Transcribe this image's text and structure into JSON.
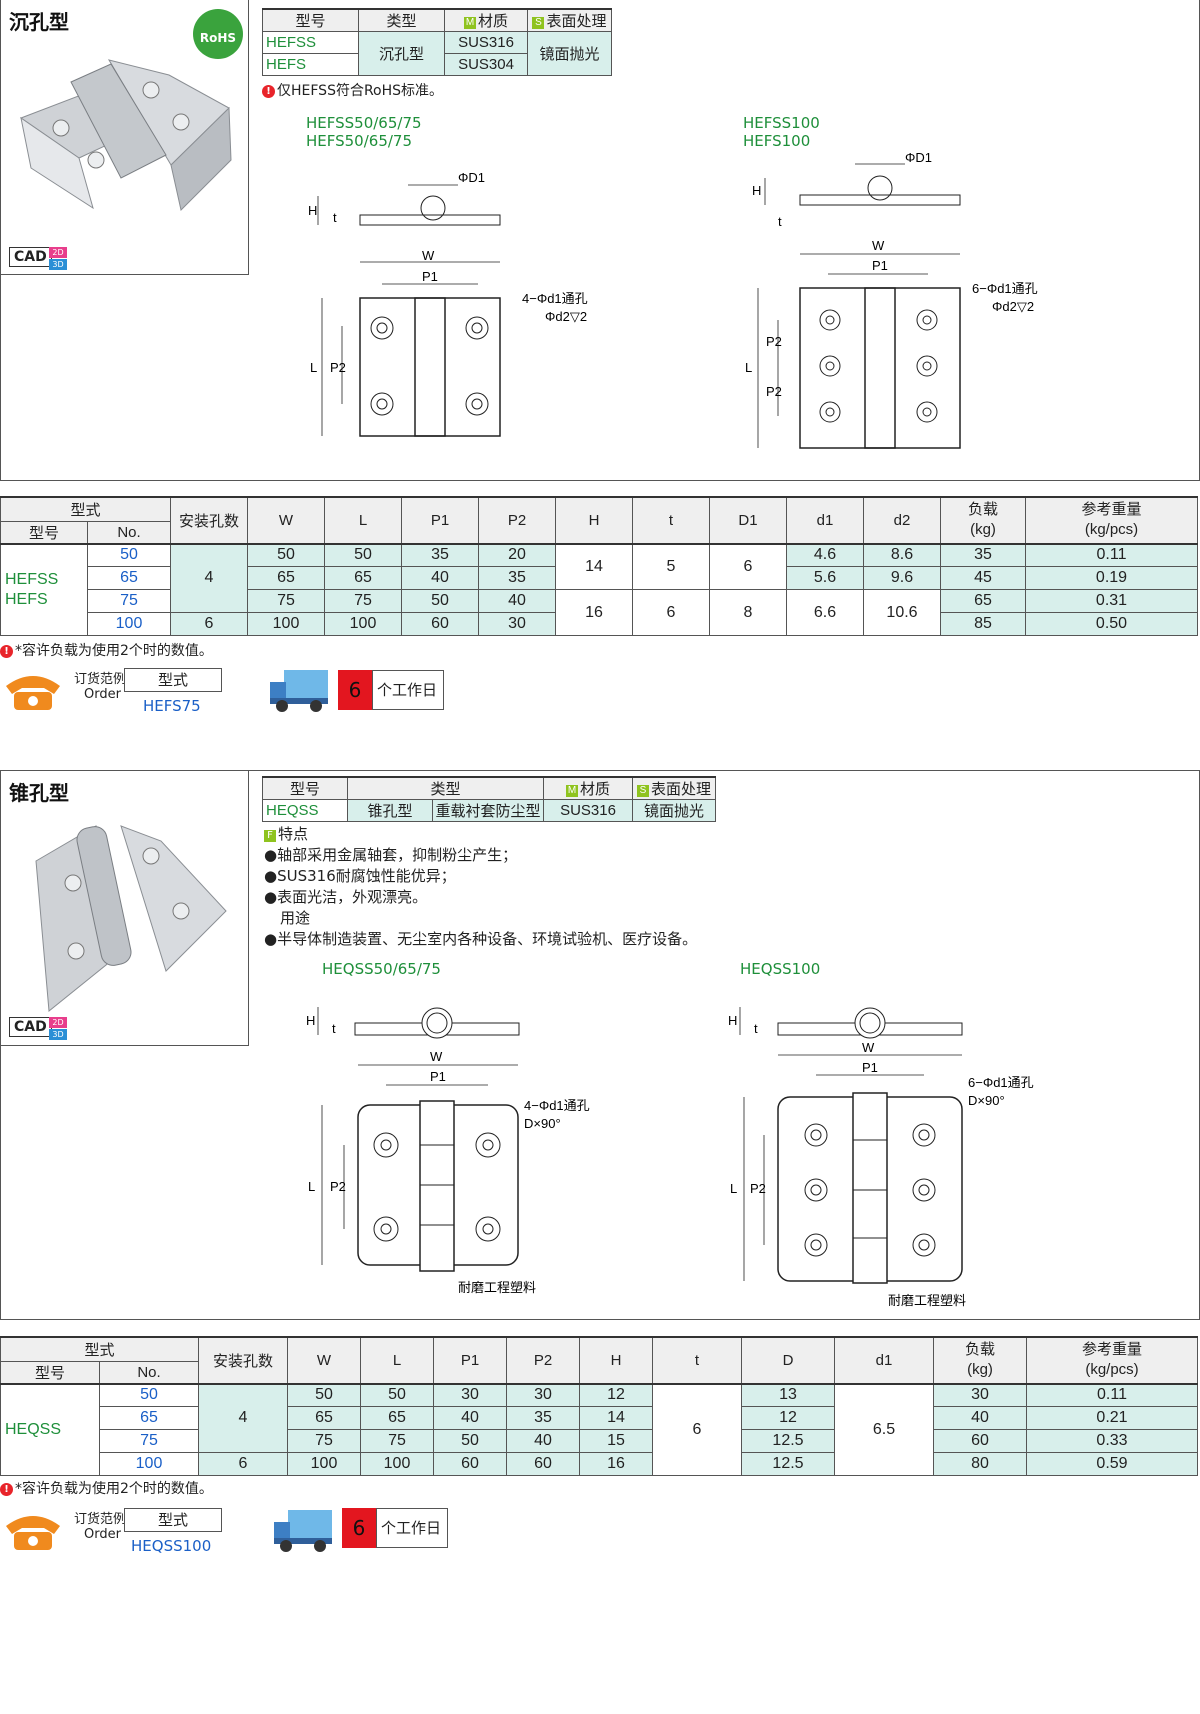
{
  "s1": {
    "title": "沉孔型",
    "rohs": "RoHS",
    "cad": "CAD",
    "cad2d": "2D",
    "cad3d": "3D",
    "spec_headers": {
      "model": "型号",
      "type": "类型",
      "material": "材质",
      "surface": "表面处理",
      "mat_tag": "M",
      "surf_tag": "S"
    },
    "spec_rows": [
      {
        "model": "HEFSS",
        "material": "SUS316"
      },
      {
        "model": "HEFS",
        "material": "SUS304"
      }
    ],
    "spec_type": "沉孔型",
    "spec_surface": "镜面抛光",
    "rohs_note": "仅HEFSS符合RoHS标准。",
    "dwg_a_title1": "HEFSS50/65/75",
    "dwg_a_title2": "HEFS50/65/75",
    "dwg_b_title1": "HEFSS100",
    "dwg_b_title2": "HEFS100",
    "dwg_labels": {
      "phiD1": "ΦD1",
      "H": "H",
      "t": "t",
      "W": "W",
      "P1": "P1",
      "P2": "P2",
      "L": "L",
      "holes_a": "4−Φd1通孔",
      "cbore_a": "Φd2▽2",
      "holes_b": "6−Φd1通孔",
      "cbore_b": "Φd2▽2"
    },
    "table": {
      "h_form": "型式",
      "h_model": "型号",
      "h_no": "No.",
      "h_holes": "安装孔数",
      "h_cols": [
        "W",
        "L",
        "P1",
        "P2",
        "H",
        "t",
        "D1",
        "d1",
        "d2"
      ],
      "h_load": "负载\n(kg)",
      "h_load1": "负载",
      "h_load2": "(kg)",
      "h_wt1": "参考重量",
      "h_wt2": "(kg/pcs)",
      "models": "HEFSS\nHEFS",
      "model1": "HEFSS",
      "model2": "HEFS",
      "nos": [
        "50",
        "65",
        "75",
        "100"
      ],
      "holes": [
        "4",
        "6"
      ],
      "W": [
        "50",
        "65",
        "75",
        "100"
      ],
      "L": [
        "50",
        "65",
        "75",
        "100"
      ],
      "P1": [
        "35",
        "40",
        "50",
        "60"
      ],
      "P2": [
        "20",
        "35",
        "40",
        "30"
      ],
      "H": [
        "14",
        "16"
      ],
      "t": [
        "5",
        "6"
      ],
      "D1": [
        "6",
        "8"
      ],
      "d1": [
        "4.6",
        "5.6",
        "6.6"
      ],
      "d2": [
        "8.6",
        "9.6",
        "10.6"
      ],
      "load": [
        "35",
        "45",
        "65",
        "85"
      ],
      "weight": [
        "0.11",
        "0.19",
        "0.31",
        "0.50"
      ]
    },
    "load_note": "*容许负载为使用2个时的数值。",
    "order_label": "订货范例",
    "order_en": "Order",
    "order_head": "型式",
    "order_value": "HEFS75",
    "days": "6",
    "days_label": "个工作日"
  },
  "s2": {
    "title": "锥孔型",
    "cad": "CAD",
    "cad2d": "2D",
    "cad3d": "3D",
    "spec_headers": {
      "model": "型号",
      "type": "类型",
      "material": "材质",
      "surface": "表面处理",
      "mat_tag": "M",
      "surf_tag": "S"
    },
    "spec_model": "HEQSS",
    "spec_type1": "锥孔型",
    "spec_type2": "重载衬套防尘型",
    "spec_material": "SUS316",
    "spec_surface": "镜面抛光",
    "features_tag": "F",
    "features_title": "特点",
    "features": [
      "●轴部采用金属轴套，抑制粉尘产生；",
      "●SUS316耐腐蚀性能优异；",
      "●表面光洁，外观漂亮。"
    ],
    "usage_title": "用途",
    "usage": "●半导体制造装置、无尘室内各种设备、环境试验机、医疗设备。",
    "dwg_a_title": "HEQSS50/65/75",
    "dwg_b_title": "HEQSS100",
    "dwg_labels": {
      "H": "H",
      "t": "t",
      "W": "W",
      "P1": "P1",
      "P2": "P2",
      "L": "L",
      "holes_a": "4−Φd1通孔",
      "csk": "D×90°",
      "holes_b": "6−Φd1通孔",
      "plastic": "耐磨工程塑料"
    },
    "table": {
      "h_form": "型式",
      "h_model": "型号",
      "h_no": "No.",
      "h_holes": "安装孔数",
      "h_cols": [
        "W",
        "L",
        "P1",
        "P2",
        "H",
        "t",
        "D",
        "d1"
      ],
      "h_load1": "负载",
      "h_load2": "(kg)",
      "h_wt1": "参考重量",
      "h_wt2": "(kg/pcs)",
      "model": "HEQSS",
      "nos": [
        "50",
        "65",
        "75",
        "100"
      ],
      "holes": [
        "4",
        "6"
      ],
      "W": [
        "50",
        "65",
        "75",
        "100"
      ],
      "L": [
        "50",
        "65",
        "75",
        "100"
      ],
      "P1": [
        "30",
        "40",
        "50",
        "60"
      ],
      "P2": [
        "30",
        "35",
        "40",
        "60"
      ],
      "H": [
        "12",
        "14",
        "15",
        "16"
      ],
      "t": "6",
      "D": [
        "13",
        "12",
        "12.5",
        "12.5"
      ],
      "d1": "6.5",
      "load": [
        "30",
        "40",
        "60",
        "80"
      ],
      "weight": [
        "0.11",
        "0.21",
        "0.33",
        "0.59"
      ]
    },
    "load_note": "*容许负载为使用2个时的数值。",
    "order_label": "订货范例",
    "order_en": "Order",
    "order_head": "型式",
    "order_value": "HEQSS100",
    "days": "6",
    "days_label": "个工作日"
  }
}
